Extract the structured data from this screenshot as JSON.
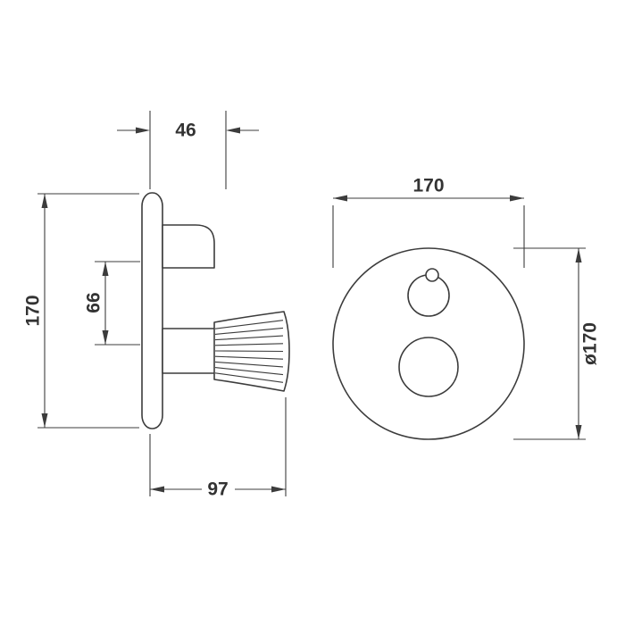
{
  "drawing": {
    "type": "technical-dimension-drawing",
    "subject": "concealed shower mixer, side view and front view",
    "colors": {
      "line": "#3c3c3c",
      "text": "#333333",
      "background": "#ffffff"
    },
    "dimensions": {
      "projection": {
        "label": "46"
      },
      "height": {
        "label": "170"
      },
      "center_distance": {
        "label": "66"
      },
      "depth": {
        "label": "97"
      },
      "width": {
        "label": "170"
      },
      "diameter": {
        "label": "ø170"
      }
    }
  }
}
